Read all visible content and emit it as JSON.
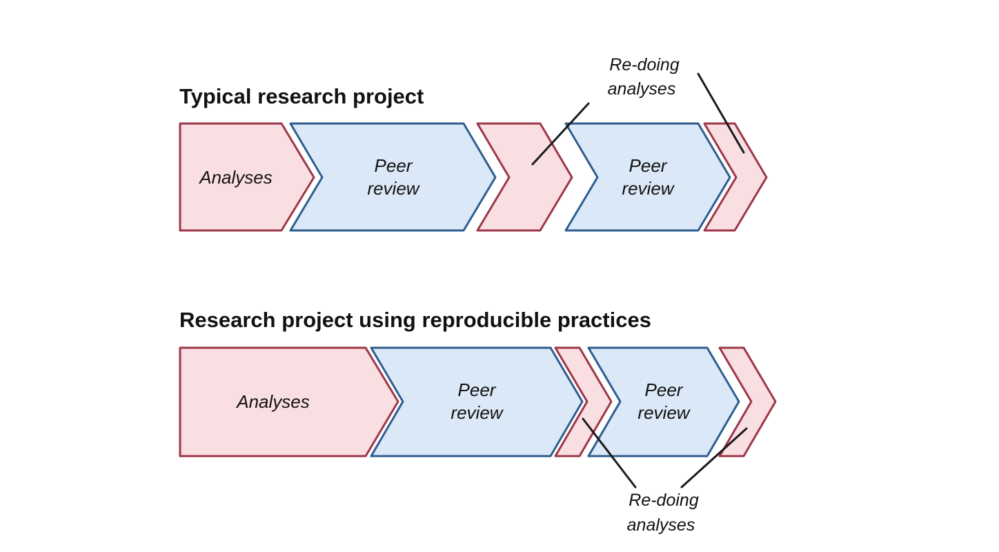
{
  "colors": {
    "background": "#ffffff",
    "pink_fill": "#f9dee2",
    "pink_stroke": "#9d3648",
    "blue_fill": "#dbe8f7",
    "blue_stroke": "#2d5d8e",
    "pointer_line": "#1a1a1a",
    "text": "#111111"
  },
  "sections": [
    {
      "title": "Typical research project",
      "arrows": [
        {
          "label_line1": "Analyses",
          "label_line2": ""
        },
        {
          "label_line1": "Peer",
          "label_line2": "review"
        },
        {
          "label_line1": "",
          "label_line2": ""
        },
        {
          "label_line1": "Peer",
          "label_line2": "review"
        },
        {
          "label_line1": "",
          "label_line2": ""
        }
      ],
      "annotation": {
        "line1": "Re-doing",
        "line2": "analyses"
      }
    },
    {
      "title": "Research project using reproducible practices",
      "arrows": [
        {
          "label_line1": "Analyses",
          "label_line2": ""
        },
        {
          "label_line1": "Peer",
          "label_line2": "review"
        },
        {
          "label_line1": "",
          "label_line2": ""
        },
        {
          "label_line1": "Peer",
          "label_line2": "review"
        },
        {
          "label_line1": "",
          "label_line2": ""
        }
      ],
      "annotation": {
        "line1": "Re-doing",
        "line2": "analyses"
      }
    }
  ]
}
